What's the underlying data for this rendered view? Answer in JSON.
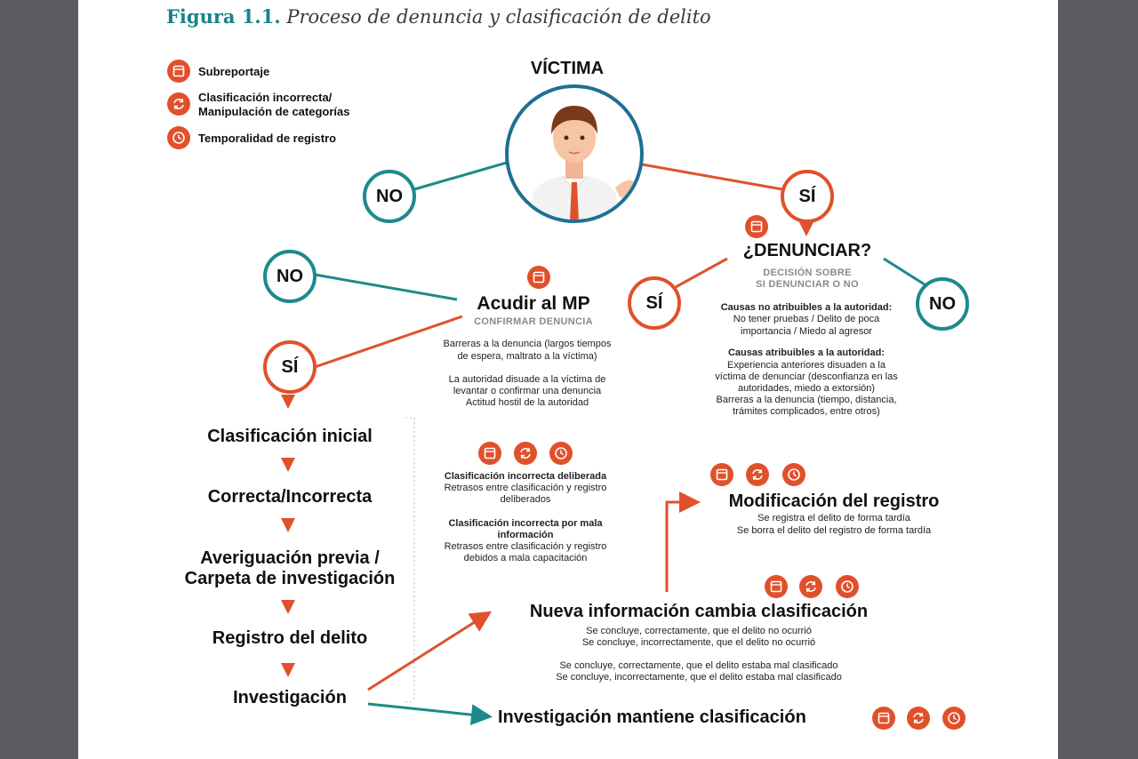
{
  "figure": {
    "number": "Figura 1.1.",
    "title": "Proceso de denuncia y clasificación de delito"
  },
  "legend": [
    {
      "icon": "calendar-icon",
      "label": "Subreportaje"
    },
    {
      "icon": "refresh-icon",
      "label_line1": "Clasificación incorrecta/",
      "label_line2": "Manipulación de categorías"
    },
    {
      "icon": "clock-icon",
      "label": "Temporalidad de registro"
    }
  ],
  "victim": {
    "title": "VÍCTIMA"
  },
  "nodes": {
    "no_victim": "NO",
    "si_victim": "SÍ",
    "no_denunciar": "NO",
    "si_denunciar": "SÍ",
    "no_mp": "NO",
    "si_mp": "SÍ"
  },
  "denunciar": {
    "title": "¿DENUNCIAR?",
    "sub1": "DECISIÓN SOBRE",
    "sub2": "SI DENUNCIAR O NO",
    "causas_no_title": "Causas no atribuibles a la autoridad:",
    "causas_no_1": "No tener pruebas / Delito de poca",
    "causas_no_2": "importancia / Miedo al agresor",
    "causas_si_title": "Causas atribuibles a la autoridad:",
    "causas_si_1": "Experiencia anteriores disuaden a la",
    "causas_si_2": "víctima de denunciar (desconfianza en las",
    "causas_si_3": "autoridades, miedo a extorsión)",
    "causas_si_4": "Barreras a la denuncia (tiempo, distancia,",
    "causas_si_5": "trámites complicados, entre otros)"
  },
  "mp": {
    "title": "Acudir al MP",
    "sub": "CONFIRMAR DENUNCIA",
    "b1": "Barreras a la denuncia (largos tiempos",
    "b2": "de espera, maltrato a la víctima)",
    "b3": "La autoridad disuade a la víctima de",
    "b4": "levantar o confirmar una denuncia",
    "b5": "Actitud hostil de la autoridad"
  },
  "steps": [
    "Clasificación inicial",
    "Correcta/Incorrecta",
    "Averiguación previa /",
    "Carpeta de investigación",
    "Registro del delito",
    "Investigación"
  ],
  "clasif": {
    "t1": "Clasificación incorrecta deliberada",
    "d1a": "Retrasos entre clasificación y registro",
    "d1b": "deliberados",
    "t2a": "Clasificación incorrecta por mala",
    "t2b": "información",
    "d2a": "Retrasos entre clasificación y registro",
    "d2b": "debidos a mala capacitación"
  },
  "modificacion": {
    "title": "Modificación del registro",
    "l1": "Se registra el delito de forma tardía",
    "l2": "Se borra el delito del registro de forma tardía"
  },
  "nueva": {
    "title": "Nueva información cambia clasificación",
    "l1": "Se concluye, correctamente, que el delito no ocurrió",
    "l2": "Se concluye, incorrectamente, que el delito no ocurrió",
    "l3": "Se concluye, correctamente, que el delito estaba mal clasificado",
    "l4": "Se concluye, incorrectamente, que el delito estaba mal clasificado"
  },
  "mantiene": {
    "title": "Investigación mantiene clasificación"
  },
  "colors": {
    "orange": "#e0512b",
    "teal": "#1c8a8a",
    "title_teal": "#17838a"
  }
}
